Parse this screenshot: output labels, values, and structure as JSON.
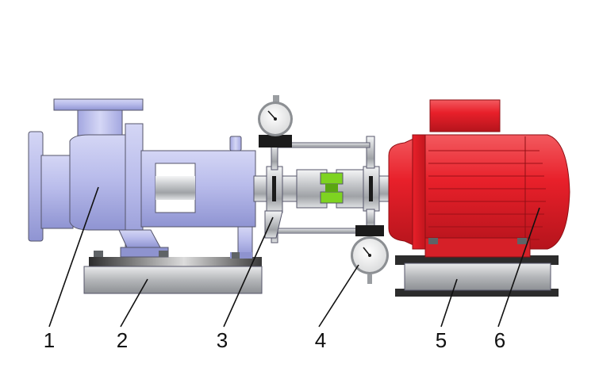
{
  "colors": {
    "pump_body": "#b9bceb",
    "pump_shade": "#8e93cf",
    "motor_red": "#e8202a",
    "motor_dark": "#b5141c",
    "steel": "#c4c6c9",
    "coupling_green": "#7ed321",
    "background": "#ffffff"
  },
  "callouts": [
    {
      "id": "1",
      "label": "1"
    },
    {
      "id": "2",
      "label": "2"
    },
    {
      "id": "3",
      "label": "3"
    },
    {
      "id": "4",
      "label": "4"
    },
    {
      "id": "5",
      "label": "5"
    },
    {
      "id": "6",
      "label": "6"
    }
  ]
}
